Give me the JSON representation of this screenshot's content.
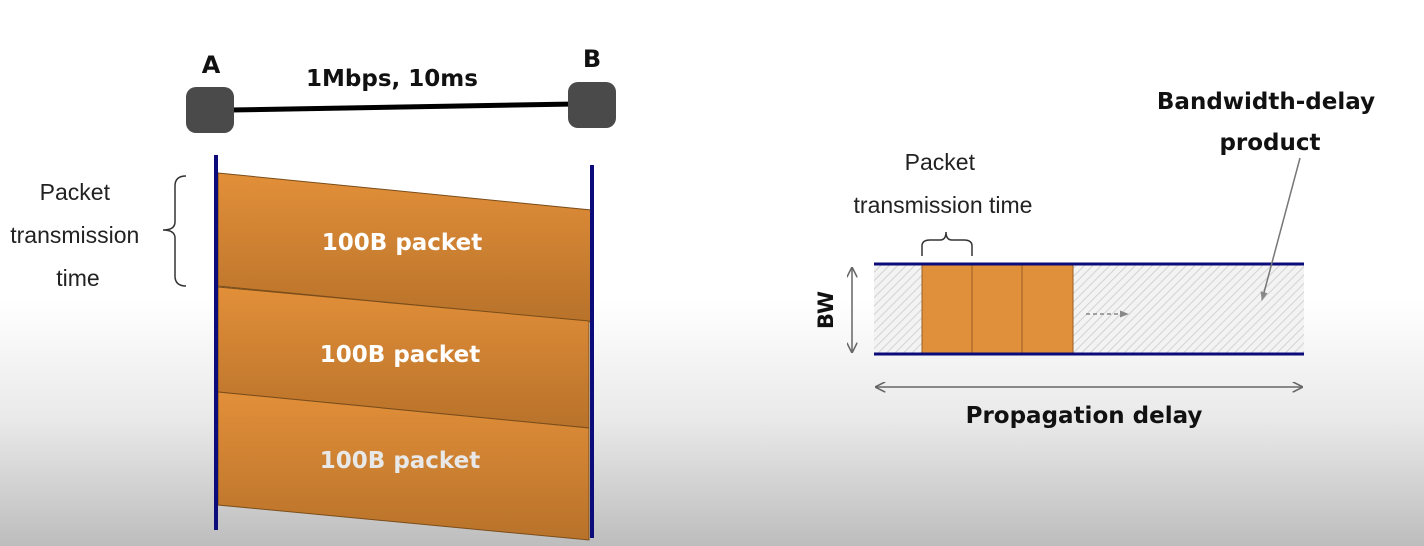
{
  "left": {
    "node_a": "A",
    "node_b": "B",
    "link_label": "1Mbps, 10ms",
    "tx_time_label": [
      "Packet",
      "transmission",
      "time"
    ],
    "packets": [
      "100B packet",
      "100B packet",
      "100B packet"
    ]
  },
  "right": {
    "tx_time_label": [
      "Packet",
      "transmission time"
    ],
    "bdp_label": [
      "Bandwidth-delay",
      "product"
    ],
    "bw_label": "BW",
    "prop_label": "Propagation delay"
  },
  "colors": {
    "packet": "#e08f3a",
    "packet_dark": "#b56e25",
    "line": "#0b0b7a",
    "node": "#4a4a4a"
  }
}
